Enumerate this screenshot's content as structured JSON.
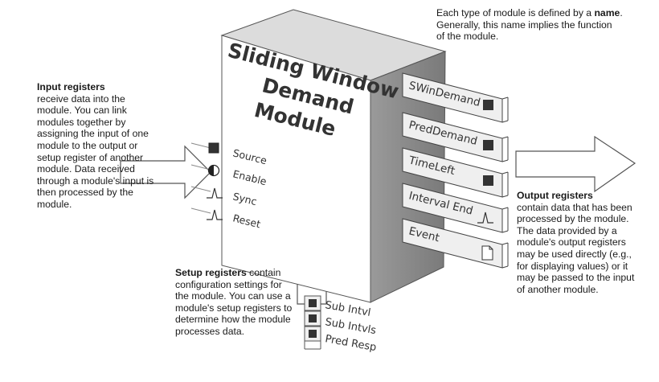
{
  "module": {
    "title_lines": [
      "Sliding Window",
      "Demand",
      "Module"
    ]
  },
  "inputs": [
    {
      "label": "Source",
      "icon": "filled-square-icon"
    },
    {
      "label": "Enable",
      "icon": "half-circle-icon"
    },
    {
      "label": "Sync",
      "icon": "pulse-icon"
    },
    {
      "label": "Reset",
      "icon": "pulse-icon"
    }
  ],
  "outputs": [
    {
      "label": "SWinDemand",
      "icon": "filled-square-icon"
    },
    {
      "label": "PredDemand",
      "icon": "filled-square-icon"
    },
    {
      "label": "TimeLeft",
      "icon": "filled-square-icon"
    },
    {
      "label": "Interval End",
      "icon": "pulse-icon"
    },
    {
      "label": "Event",
      "icon": "document-icon"
    }
  ],
  "setup": [
    {
      "label": "Sub Intvl",
      "icon": "filled-square-icon"
    },
    {
      "label": "Sub Intvls",
      "icon": "filled-square-icon"
    },
    {
      "label": "Pred Resp",
      "icon": "filled-square-icon"
    }
  ],
  "notes": {
    "input": {
      "heading": "Input registers",
      "body": "receive data into the module. You can link modules together by assigning the input of one module to the output or setup register of another module. Data received through a module's input is then processed by the module."
    },
    "name": {
      "before": "Each type of module is defined by a ",
      "bold": "name",
      "after": ". Generally, this name implies the function of the module."
    },
    "output": {
      "heading": "Output registers",
      "body": "contain data that has been processed by the module. The data provided by a module's output registers may be used directly (e.g., for displaying values) or it may be passed to the input of another module."
    },
    "setup": {
      "heading": "Setup registers",
      "body": " contain configuration settings for the module. You can use a module's setup registers to determine how the module processes data."
    }
  },
  "colors": {
    "box_front": "#ffffff",
    "box_side": "#8c8c8c",
    "box_top": "#d9d9d9",
    "tag": "#efefef",
    "ink": "#1a1a1a"
  }
}
